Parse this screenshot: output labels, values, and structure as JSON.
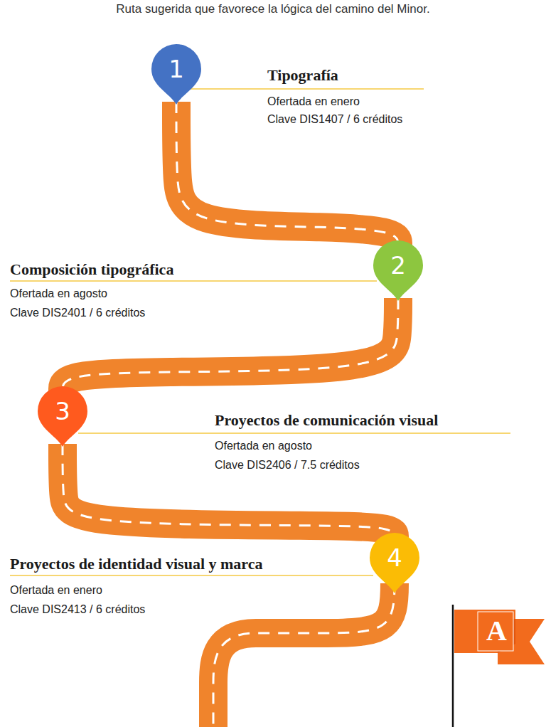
{
  "diagram": {
    "title": "Ruta sugerida que favorece la lógica del camino del Minor.",
    "nodes": [
      {
        "text": [
          "1",
          "Tipografía",
          "Ofertada en enero",
          "Clave DIS1407 / 6 créditos"
        ]
      },
      {
        "text": [
          "2",
          "Composición tipográfica",
          "Ofertada en agosto",
          "Clave DIS2401 / 6 créditos"
        ]
      },
      {
        "text": [
          "3",
          "Proyectos de comunicación visual",
          "Ofertada en agosto",
          "Clave DIS2406 / 7.5 créditos"
        ]
      },
      {
        "text": [
          "4",
          "Proyectos de identidad visual y marca",
          "Ofertada en enero",
          "Clave DIS2413 / 6 créditos"
        ]
      }
    ],
    "edges": [
      {
        "from": 0,
        "to": 1,
        "arrow": "none"
      },
      {
        "from": 1,
        "to": 2,
        "arrow": "none"
      },
      {
        "from": 2,
        "to": 3,
        "arrow": "none"
      }
    ],
    "labels": [
      "A"
    ]
  }
}
